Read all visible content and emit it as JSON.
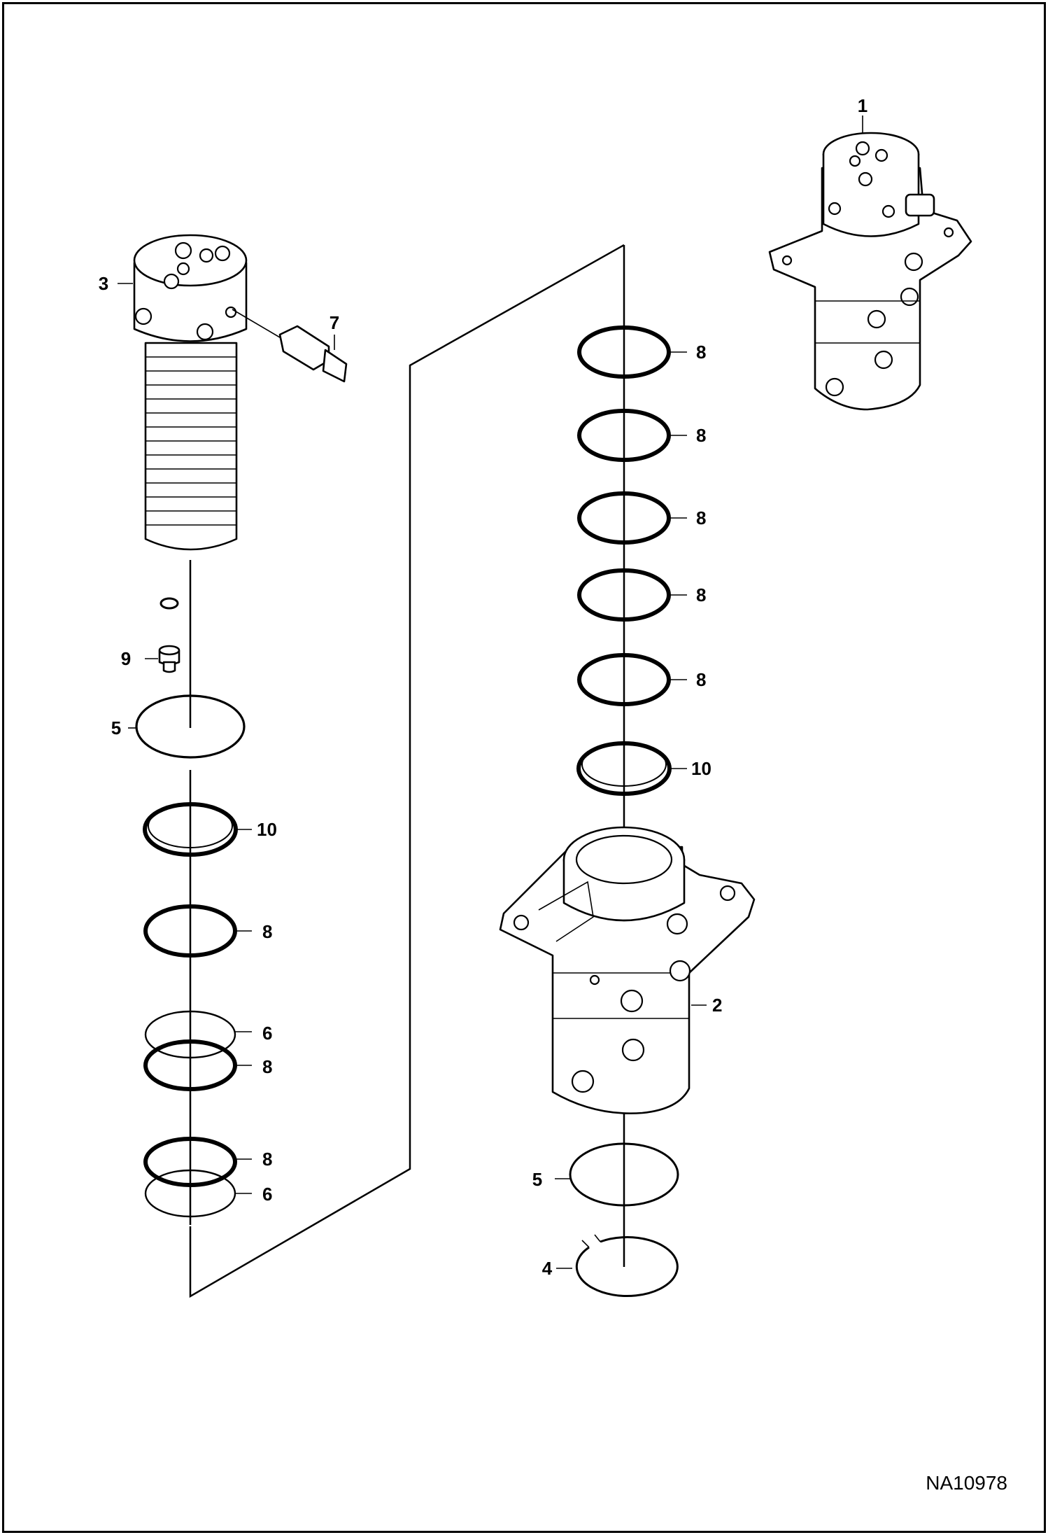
{
  "document_id": "NA10978",
  "callouts": [
    {
      "id": "c1",
      "label": "1"
    },
    {
      "id": "c2",
      "label": "2"
    },
    {
      "id": "c3",
      "label": "3"
    },
    {
      "id": "c4",
      "label": "4"
    },
    {
      "id": "c5a",
      "label": "5"
    },
    {
      "id": "c5b",
      "label": "5"
    },
    {
      "id": "c6a",
      "label": "6"
    },
    {
      "id": "c6b",
      "label": "6"
    },
    {
      "id": "c7",
      "label": "7"
    },
    {
      "id": "c8a",
      "label": "8"
    },
    {
      "id": "c8b",
      "label": "8"
    },
    {
      "id": "c8c",
      "label": "8"
    },
    {
      "id": "c8d",
      "label": "8"
    },
    {
      "id": "c8e",
      "label": "8"
    },
    {
      "id": "c8f",
      "label": "8"
    },
    {
      "id": "c8g",
      "label": "8"
    },
    {
      "id": "c8h",
      "label": "8"
    },
    {
      "id": "c9",
      "label": "9"
    },
    {
      "id": "c10a",
      "label": "10"
    },
    {
      "id": "c10b",
      "label": "10"
    }
  ]
}
